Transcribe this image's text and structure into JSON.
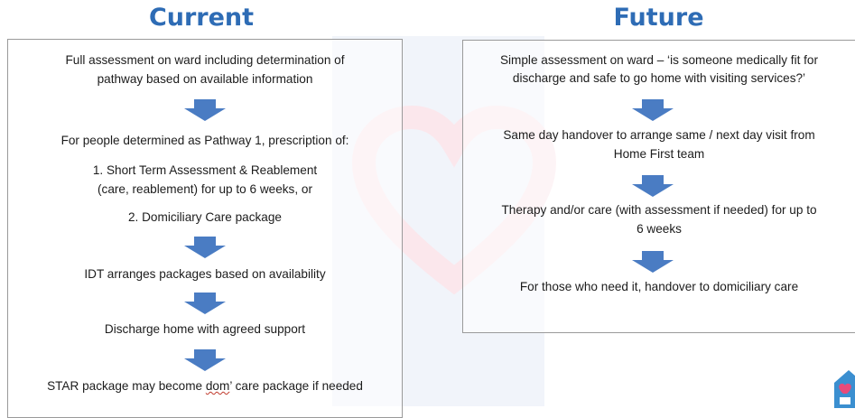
{
  "current": {
    "heading": "Current",
    "steps": {
      "s1_l1": "Full assessment on ward including determination of",
      "s1_l2": "pathway based on available information",
      "s2": "For people determined as Pathway 1, prescription of:",
      "s2_item1_l1": "1. Short Term Assessment & Reablement",
      "s2_item1_l2": "(care, reablement) for up to 6 weeks, or",
      "s2_item2": "2. Domiciliary Care package",
      "s3": "IDT arranges packages based on availability",
      "s4": "Discharge home with agreed support",
      "s5_pre": "STAR package may become ",
      "s5_word": "dom",
      "s5_post": "’ care package if needed"
    }
  },
  "future": {
    "heading": "Future",
    "steps": {
      "s1_l1": "Simple assessment on ward – ‘is someone medically fit for",
      "s1_l2": "discharge and safe to go home with visiting services?’",
      "s2_l1": "Same day handover to arrange same / next day visit from",
      "s2_l2": "Home First team",
      "s3_l1": "Therapy and/or  care (with assessment if needed) for up to",
      "s3_l2": "6 weeks",
      "s4": "For those who need it, handover to domiciliary care"
    }
  },
  "colors": {
    "heading": "#2e6cb5",
    "arrow": "#4a7cc3",
    "border": "#9a9a9a"
  },
  "icons": [
    "down-arrow-icon",
    "logo-icon"
  ]
}
